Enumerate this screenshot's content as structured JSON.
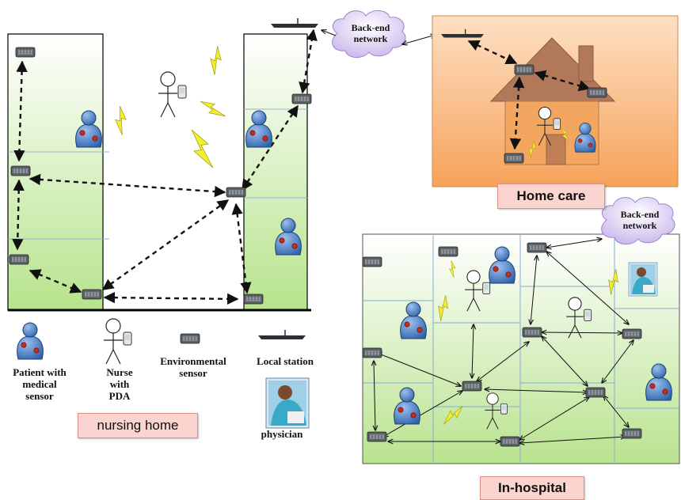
{
  "legend": {
    "patient": "Patient with medical sensor",
    "nurse": "Nurse with PDA",
    "env_sensor": "Environmental sensor",
    "local_station": "Local station",
    "physician": "physician"
  },
  "captions": {
    "nursing_home": "nursing home",
    "home_care": "Home care",
    "in_hospital": "In-hospital"
  },
  "clouds": {
    "top": [
      "Back-end",
      "network"
    ],
    "hospital": [
      "Back-end",
      "network"
    ]
  },
  "colors": {
    "room_fill_top": "#ffffff",
    "room_fill_bottom": "#b7e38c",
    "house_fill": "#f9a863",
    "cloud_fill": "#d6c6f0",
    "patient_body": "#4a7cc0",
    "sensor_dot": "#cc2a1a",
    "lightning": "#f4ee2c",
    "caption_fill": "#fbd3cf"
  }
}
